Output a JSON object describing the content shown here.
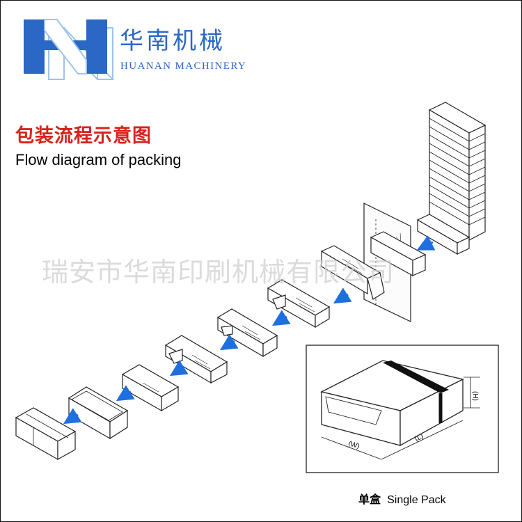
{
  "header": {
    "brand_cn": "华南机械",
    "brand_en": "HUANAN MACHINERY"
  },
  "heading": {
    "title_cn": "包装流程示意图",
    "title_en": "Flow diagram of packing"
  },
  "watermark": "瑞安市华南印刷机械有限公司",
  "detail": {
    "caption_cn": "单盒",
    "caption_en": "Single Pack",
    "width_label": "(W)",
    "length_label": "(L)",
    "height_label": "(H)"
  },
  "colors": {
    "brand_blue": "#2b67c4",
    "title_red": "#d8221b",
    "arrow_blue": "#1e6fe0"
  }
}
